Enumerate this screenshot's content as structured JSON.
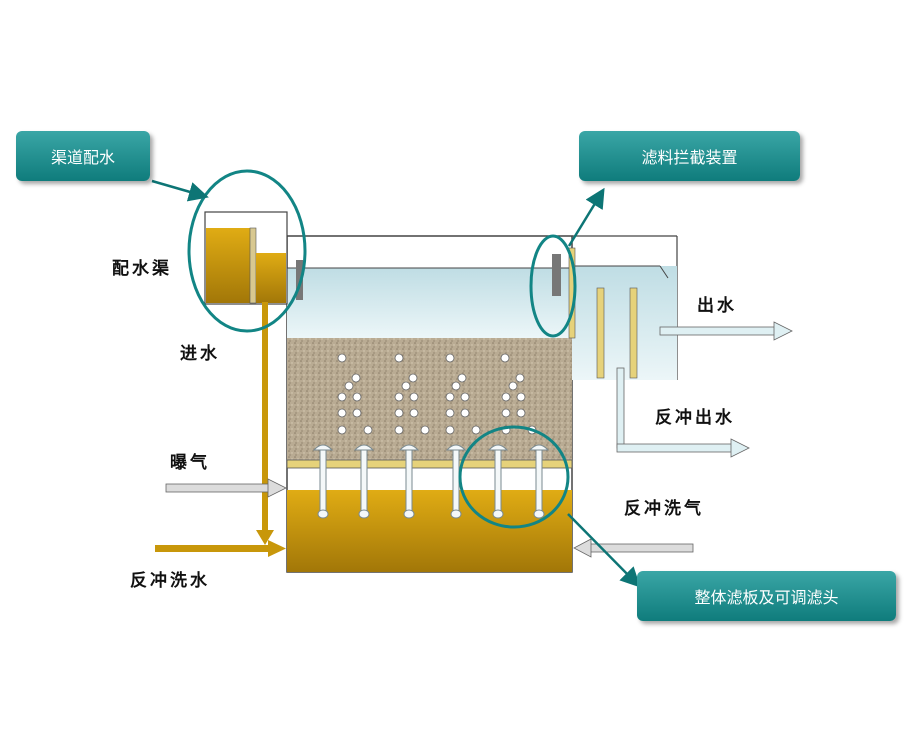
{
  "callouts": {
    "channel": "渠道配水",
    "media_retention": "滤料拦截装置",
    "plate": "整体滤板及可调滤头"
  },
  "labels": {
    "distribution_channel": "配水渠",
    "inlet": "进水",
    "aeration": "曝气",
    "backwash_water": "反冲洗水",
    "outlet": "出水",
    "backwash_outlet": "反冲出水",
    "backwash_air": "反冲洗气"
  },
  "colors": {
    "callout": "#1f8e8e",
    "water": "#dff0f3",
    "media": "#b8aa92",
    "gold": "#c8970a",
    "arrow_outline": "#0d7575"
  }
}
